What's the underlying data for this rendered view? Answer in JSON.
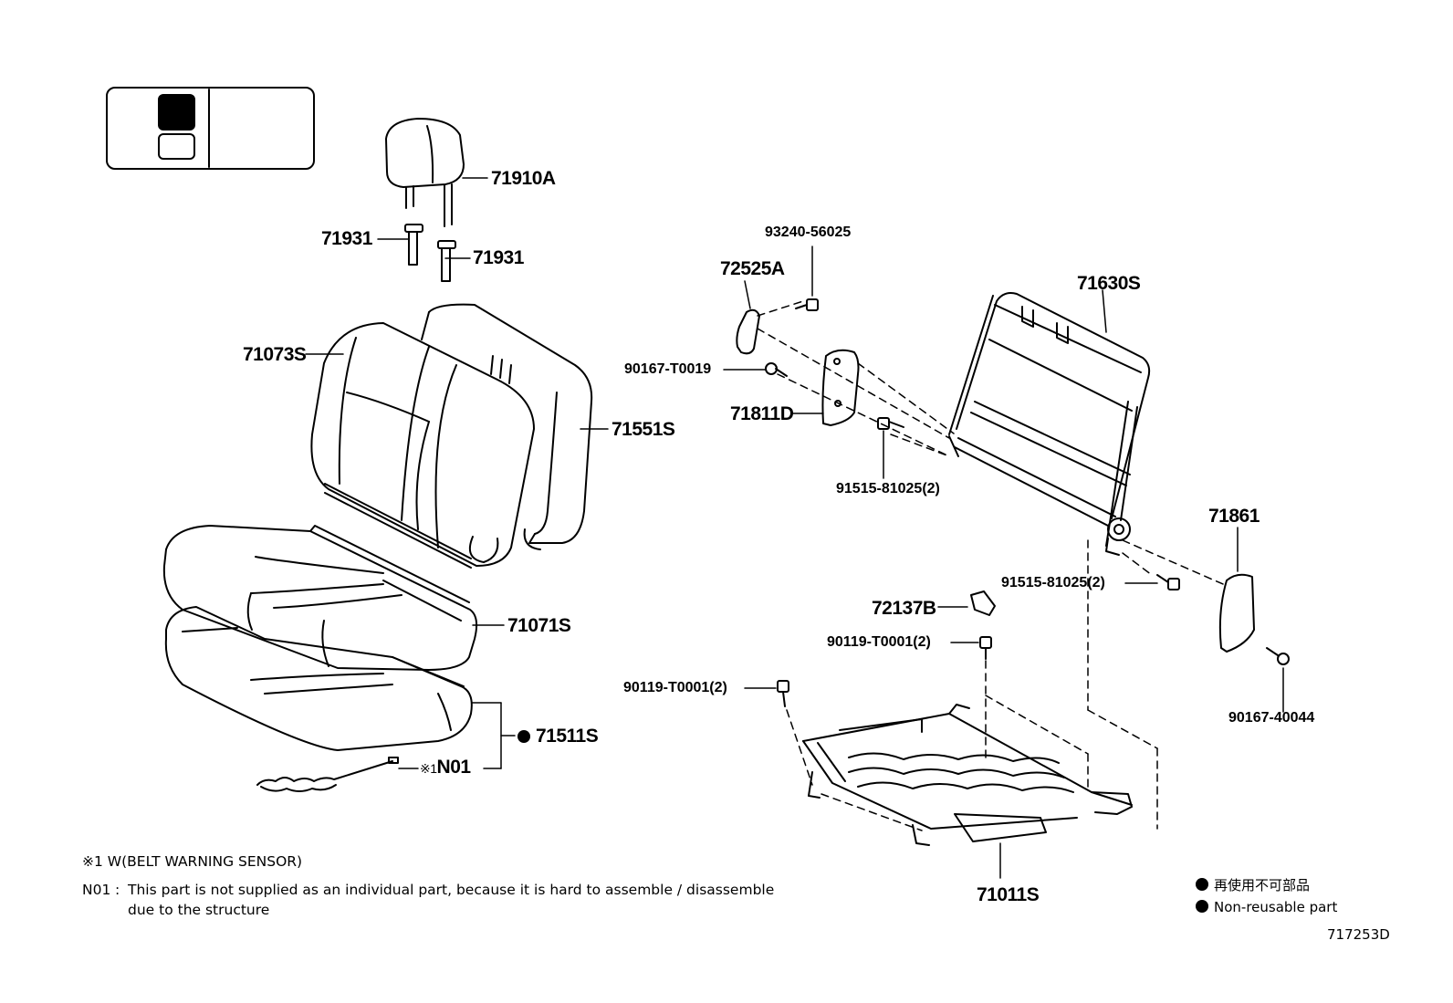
{
  "parts": {
    "headrest": "71910A",
    "support_left": "71931",
    "support_right": "71931",
    "back_cover": "71073S",
    "back_pad": "71551S",
    "cushion_cover": "71071S",
    "cushion_pad": "71511S",
    "sensor": "N01",
    "sensor_prefix": "※1",
    "lever_knob": "72525A",
    "screw_top": "93240-56025",
    "screw_lever": "90167-T0019",
    "cover_hinge": "71811D",
    "bolt_upper": "91515-81025(2)",
    "back_frame": "71630S",
    "cover_right": "71861",
    "bolt_right": "91515-81025(2)",
    "bracket": "72137B",
    "bolt_bracket": "90119-T0001(2)",
    "bolt_left": "90119-T0001(2)",
    "screw_right": "90167-40044",
    "cushion_frame": "71011S"
  },
  "notes": {
    "n1": "※1 W(BELT WARNING SENSOR)",
    "n01_key": "N01",
    "n01_colon": ":",
    "n01_line1": "This part is not supplied as an individual part, because it is hard to assemble / disassemble",
    "n01_line2": "due to the structure"
  },
  "legend": {
    "jp": "再使用不可部品",
    "en": "Non-reusable part"
  },
  "diagram_id": "717253D"
}
